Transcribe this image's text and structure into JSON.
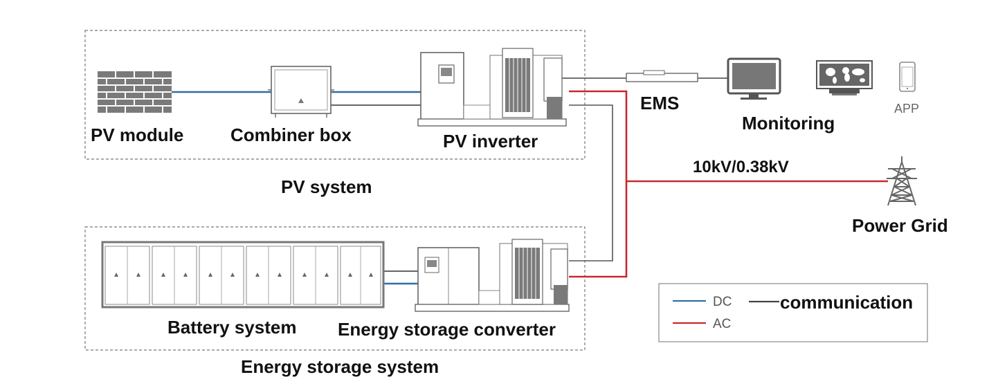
{
  "labels": {
    "pv_module": "PV module",
    "combiner_box": "Combiner box",
    "pv_inverter": "PV inverter",
    "pv_system": "PV system",
    "ems": "EMS",
    "monitoring": "Monitoring",
    "app": "APP",
    "voltage": "10kV/0.38kV",
    "power_grid": "Power Grid",
    "battery_system": "Battery system",
    "energy_storage_converter": "Energy storage converter",
    "energy_storage_system": "Energy storage system"
  },
  "legend": {
    "dc": "DC",
    "ac": "AC",
    "communication": "communication"
  },
  "colors": {
    "dc": "#2f6fa3",
    "ac": "#c8282e",
    "communication": "#444444",
    "equipment": "#8a8a8a",
    "panel": "#777777"
  }
}
